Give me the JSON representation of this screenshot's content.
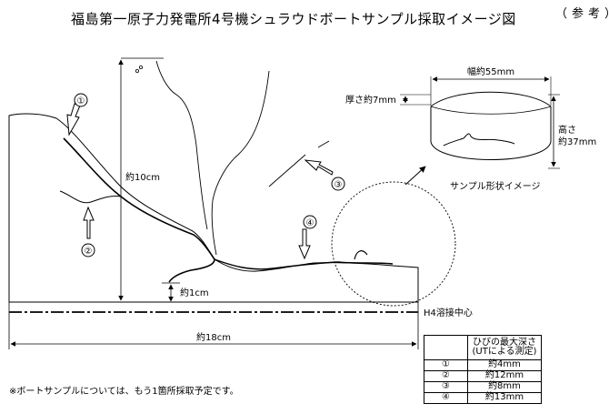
{
  "title": "福島第一原子力発電所4号機シュラウドボートサンプル採取イメージ図",
  "reference": "（参考）",
  "footnote": "※ボートサンプルについては、もう1箇所採取予定です。",
  "crack_markers": [
    "①",
    "②",
    "③",
    "④"
  ],
  "dimensions": {
    "height": "約10cm",
    "offset": "約1cm",
    "width": "約18cm",
    "weld_center": "H4溶接中心"
  },
  "sample_shape": {
    "caption": "サンプル形状イメージ",
    "width": "幅約55mm",
    "thickness": "厚さ約7mm",
    "height_label": "高さ",
    "height_value": "約37mm"
  },
  "depth_table": {
    "header": [
      "ひびの最大深さ",
      "(UTによる測定)"
    ],
    "rows": [
      {
        "id": "①",
        "depth": "約4mm"
      },
      {
        "id": "②",
        "depth": "約12mm"
      },
      {
        "id": "③",
        "depth": "約8mm"
      },
      {
        "id": "④",
        "depth": "約13mm"
      }
    ]
  }
}
